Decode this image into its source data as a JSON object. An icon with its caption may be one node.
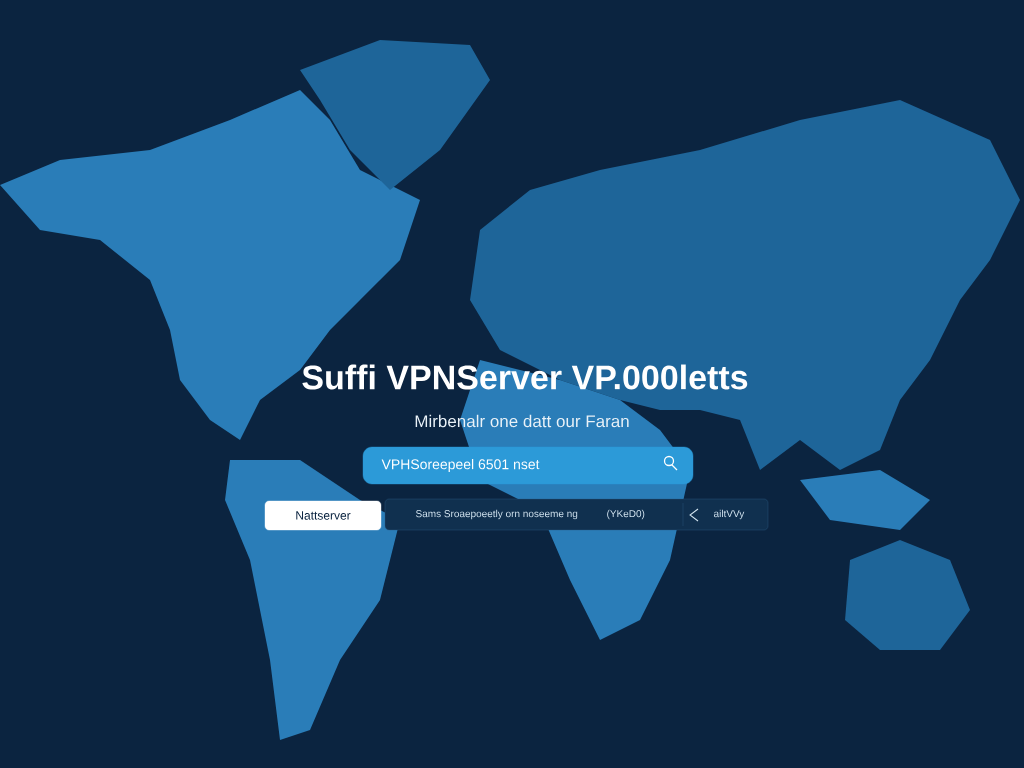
{
  "diagram": {
    "title": "Suffi VPNServer VP.000letts",
    "nodes": [
      {
        "text": [
          "VPHSoreepeel 6501 nset"
        ]
      },
      {
        "text": [
          "Nattserver"
        ]
      },
      {
        "text": [
          "Sams Sroaepoeetly orn noseeme ng",
          "(YKeD0)",
          "ailtVVy"
        ]
      }
    ],
    "edges": [],
    "labels": [
      "Mirbenalr one datt our Faran"
    ]
  }
}
